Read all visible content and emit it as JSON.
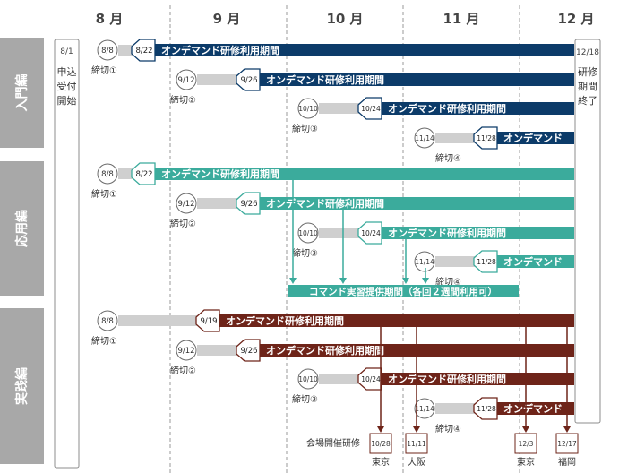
{
  "colors": {
    "navy": "#0c3b69",
    "teal": "#3bab9c",
    "brown": "#6e2419",
    "gray_band": "#a8a8a8",
    "gray_bar": "#cfcfcf",
    "frame": "#8c8c8c"
  },
  "months": [
    "8 月",
    "9 月",
    "10 月",
    "11 月",
    "12 月"
  ],
  "left_panel": {
    "date": "8/1",
    "text": [
      "申込",
      "受付",
      "開始"
    ]
  },
  "right_panel": {
    "date": "12/18",
    "text": [
      "研修",
      "期間",
      "終了"
    ]
  },
  "sections": [
    {
      "label": "入門編",
      "color": "navy",
      "rows": [
        {
          "start": "8/8",
          "deadline": "締切①",
          "open": "8/22",
          "bar_label": "オンデマンド研修利用期間"
        },
        {
          "start": "9/12",
          "deadline": "締切②",
          "open": "9/26",
          "bar_label": "オンデマンド研修利用期間"
        },
        {
          "start": "10/10",
          "deadline": "締切③",
          "open": "10/24",
          "bar_label": "オンデマンド研修利用期間"
        },
        {
          "start": "11/14",
          "deadline": "締切④",
          "open": "11/28",
          "bar_label": "オンデマンド"
        }
      ]
    },
    {
      "label": "応用編",
      "color": "teal",
      "rows": [
        {
          "start": "8/8",
          "deadline": "締切①",
          "open": "8/22",
          "bar_label": "オンデマンド研修利用期間"
        },
        {
          "start": "9/12",
          "deadline": "締切②",
          "open": "9/26",
          "bar_label": "オンデマンド研修利用期間"
        },
        {
          "start": "10/10",
          "deadline": "締切③",
          "open": "10/24",
          "bar_label": "オンデマンド研修利用期間"
        },
        {
          "start": "11/14",
          "deadline": "締切④",
          "open": "11/28",
          "bar_label": "オンデマンド"
        }
      ],
      "command_label": "コマンド実習提供期間（各回２週間利用可）"
    },
    {
      "label": "実践編",
      "color": "brown",
      "rows": [
        {
          "start": "8/8",
          "deadline": "締切①",
          "open": "9/19",
          "bar_label": "オンデマンド研修利用期間"
        },
        {
          "start": "9/12",
          "deadline": "締切②",
          "open": "9/26",
          "bar_label": "オンデマンド研修利用期間"
        },
        {
          "start": "10/10",
          "deadline": "締切③",
          "open": "10/24",
          "bar_label": "オンデマンド研修利用期間"
        },
        {
          "start": "11/14",
          "deadline": "締切④",
          "open": "11/28",
          "bar_label": "オンデマンド"
        }
      ],
      "venue_title": "会場開催研修",
      "venues": [
        {
          "date": "10/28",
          "city": "東京"
        },
        {
          "date": "11/11",
          "city": "大阪"
        },
        {
          "date": "12/3",
          "city": "東京"
        },
        {
          "date": "12/17",
          "city": "福岡"
        }
      ]
    }
  ]
}
